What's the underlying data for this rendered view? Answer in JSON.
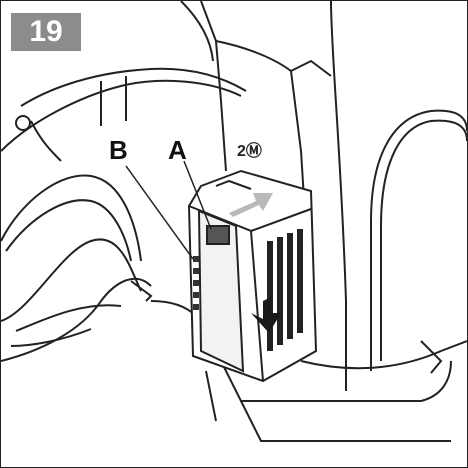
{
  "figure": {
    "step_number": "19",
    "callouts": {
      "a": "A",
      "b": "B"
    },
    "mark_text": "2Ⓜ",
    "colors": {
      "line": "#222222",
      "badge": "#8c8c8c",
      "arrow_light": "#b9b9b9",
      "arrow_dark": "#1a1a1a"
    }
  }
}
